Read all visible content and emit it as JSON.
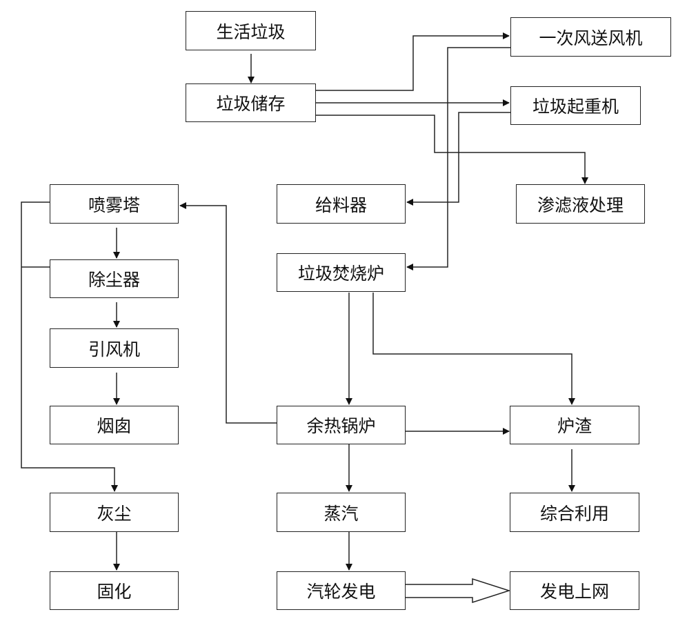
{
  "nodes": {
    "msw": "生活垃圾",
    "storage": "垃圾储存",
    "primary_fan": "一次风送风机",
    "crane": "垃圾起重机",
    "leachate": "渗滤液处理",
    "feeder": "给料器",
    "incinerator": "垃圾焚烧炉",
    "spray_tower": "喷雾塔",
    "dust_collector": "除尘器",
    "induced_fan": "引风机",
    "chimney": "烟囱",
    "boiler": "余热锅炉",
    "slag": "炉渣",
    "dust": "灰尘",
    "steam": "蒸汽",
    "utilization": "综合利用",
    "solidify": "固化",
    "turbine": "汽轮发电",
    "grid": "发电上网"
  }
}
